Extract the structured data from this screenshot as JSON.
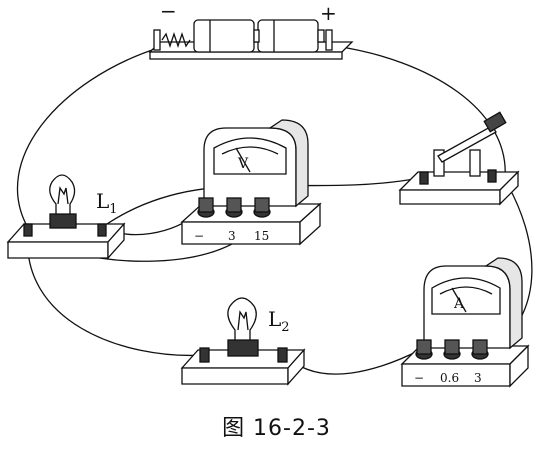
{
  "figure": {
    "caption": "图 16-2-3"
  },
  "battery": {
    "minus_label": "−",
    "plus_label": "+"
  },
  "voltmeter": {
    "dial_label": "V",
    "terminal_labels": [
      "−",
      "3",
      "15"
    ]
  },
  "ammeter": {
    "dial_label": "A",
    "terminal_labels": [
      "−",
      "0.6",
      "3"
    ]
  },
  "lamp1": {
    "label_letter": "L",
    "label_sub": "1"
  },
  "lamp2": {
    "label_letter": "L",
    "label_sub": "2"
  },
  "colors": {
    "ink": "#111111",
    "paper": "#ffffff",
    "shade": "#d8d8d8"
  }
}
